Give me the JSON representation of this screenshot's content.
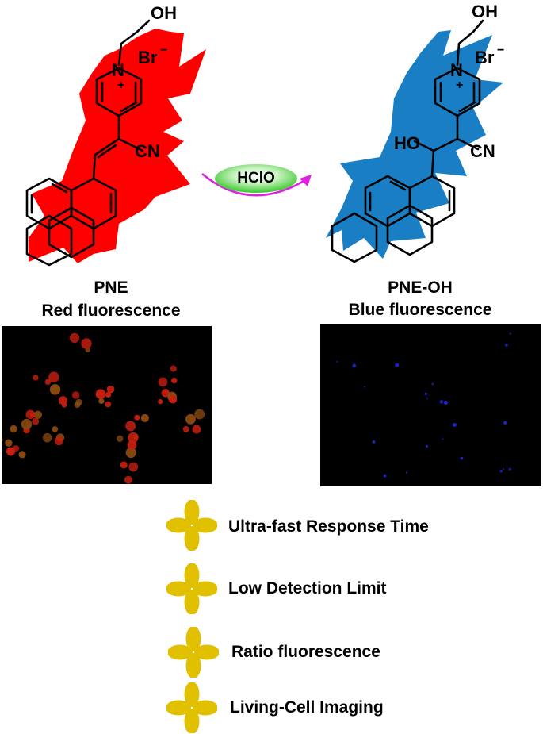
{
  "left_compound": {
    "name": "PNE",
    "subtitle": "Red fluorescence",
    "starburst_color": "#ff0000",
    "atoms": {
      "oh": "OH",
      "n": "N",
      "plus": "+",
      "br": "Br",
      "minus": "−",
      "cn": "CN"
    }
  },
  "right_compound": {
    "name": "PNE-OH",
    "subtitle": "Blue fluorescence",
    "starburst_color": "#1a7ec4",
    "atoms": {
      "oh": "OH",
      "n": "N",
      "plus": "+",
      "br": "Br",
      "minus": "−",
      "cn": "CN",
      "ho": "HO"
    }
  },
  "reaction": {
    "reagent": "HClO",
    "ellipse_color": "#39c82c",
    "arrow_color": "#e020e0"
  },
  "images": {
    "left_emission_color": "#c81e10",
    "right_emission_color": "#1a22c8"
  },
  "features": {
    "icon_color": "#e1c000",
    "items": [
      {
        "label": "Ultra-fast Response Time"
      },
      {
        "label": "Low Detection Limit"
      },
      {
        "label": "Ratio fluorescence"
      },
      {
        "label": "Living-Cell Imaging"
      }
    ]
  }
}
